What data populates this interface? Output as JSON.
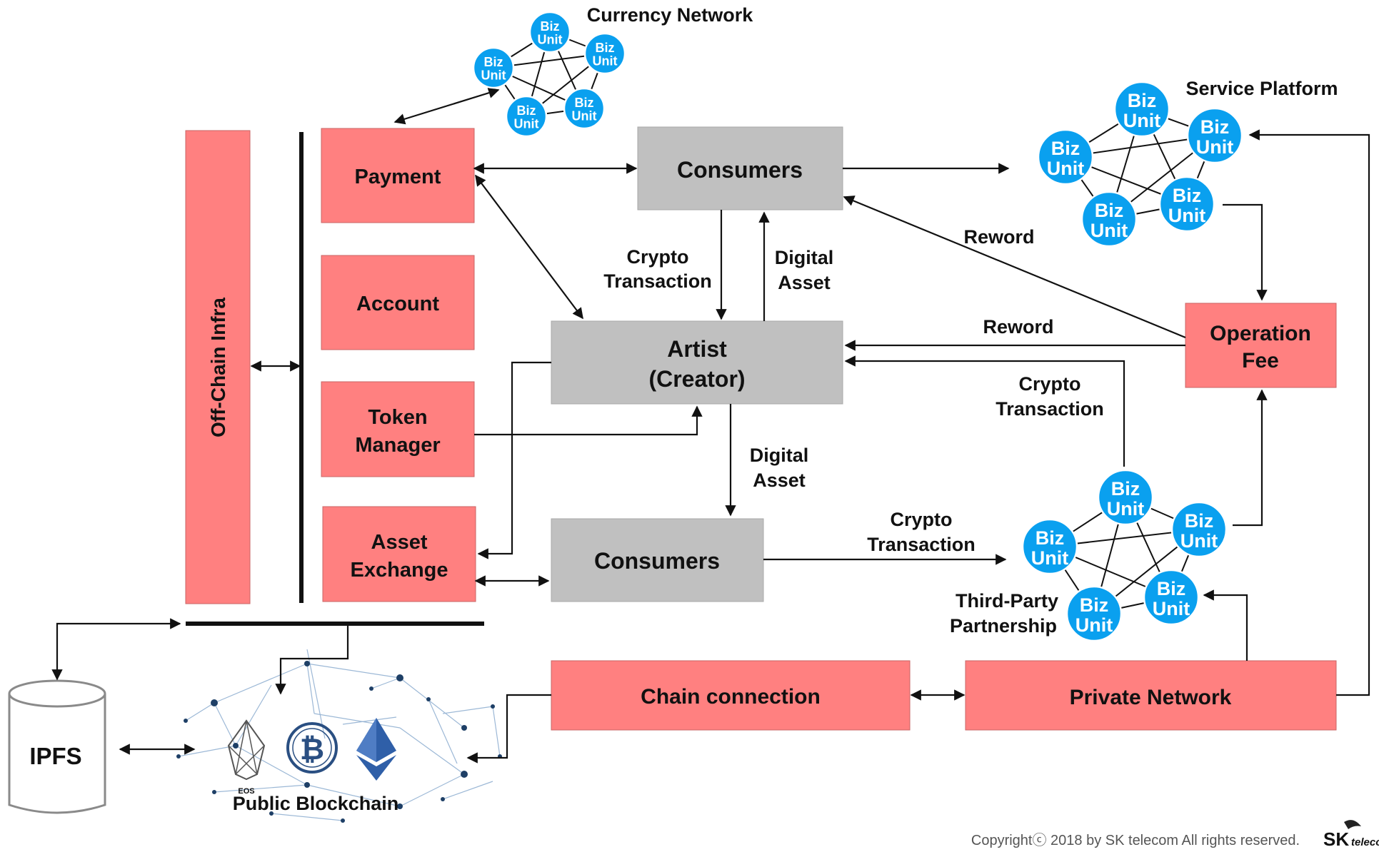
{
  "networks": {
    "currency": {
      "title": "Currency Network"
    },
    "service": {
      "title": "Service Platform"
    },
    "third_party": {
      "title_line1": "Third-Party",
      "title_line2": "Partnership"
    },
    "node_line1": "Biz",
    "node_line2": "Unit"
  },
  "boxes": {
    "offchain": "Off-Chain Infra",
    "payment": "Payment",
    "account": "Account",
    "token_manager_1": "Token",
    "token_manager_2": "Manager",
    "asset_exchange_1": "Asset",
    "asset_exchange_2": "Exchange",
    "consumers_top": "Consumers",
    "artist_1": "Artist",
    "artist_2": "(Creator)",
    "consumers_bottom": "Consumers",
    "operation_fee_1": "Operation",
    "operation_fee_2": "Fee",
    "chain_connection": "Chain connection",
    "private_network": "Private Network",
    "ipfs": "IPFS"
  },
  "edge_labels": {
    "crypto_transaction_1": "Crypto",
    "crypto_transaction_2": "Transaction",
    "digital_asset_1": "Digital",
    "digital_asset_2": "Asset",
    "reword": "Reword"
  },
  "blockchain": {
    "title": "Public Blockchain",
    "eos_label": "EOS"
  },
  "footer": {
    "copyright": "Copyrightⓒ 2018  by SK telecom  All rights reserved.",
    "brand_sk": "SK",
    "brand_telecom": "telecom"
  },
  "colors": {
    "box_red": "#ff8080",
    "box_gray": "#c0c0c0",
    "node_blue": "#0aa0ef"
  }
}
